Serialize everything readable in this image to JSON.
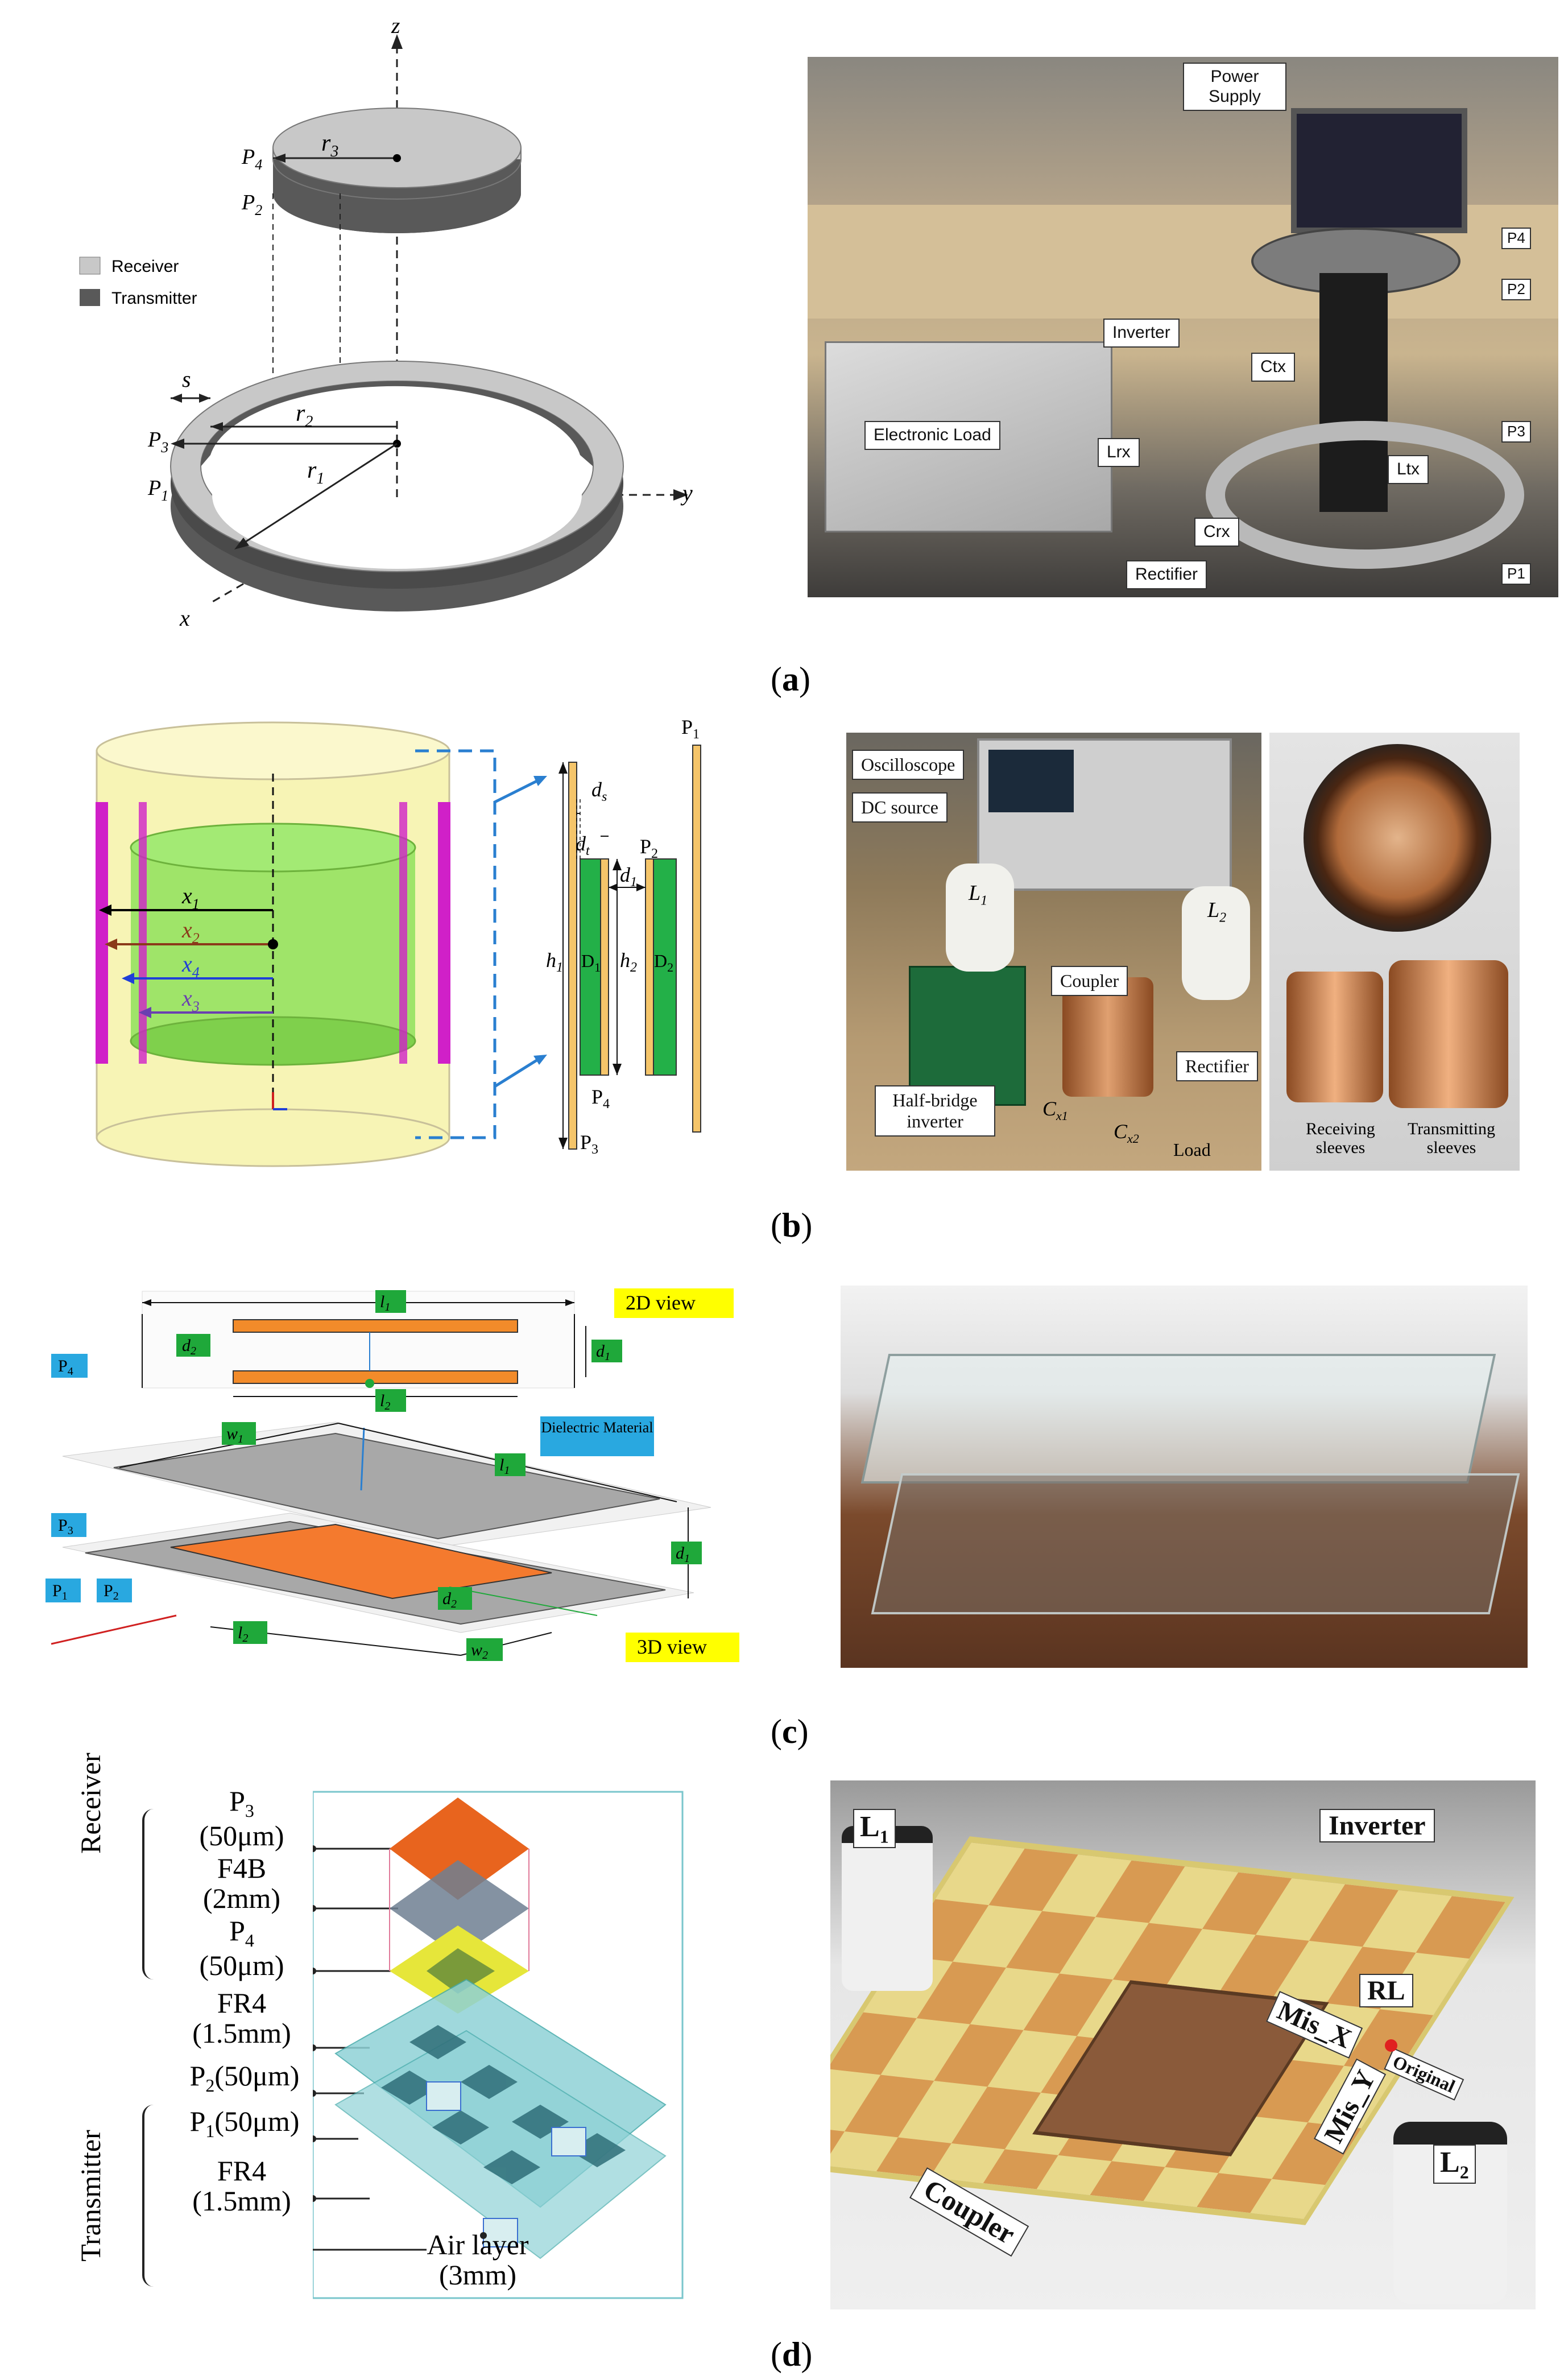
{
  "figure_labels": [
    "a",
    "b",
    "c",
    "d"
  ],
  "panel_a": {
    "diagram": {
      "legend": [
        {
          "label": "Receiver",
          "color": "#c8c8c8"
        },
        {
          "label": "Transmitter",
          "color": "#595959"
        }
      ],
      "axes": {
        "z": "z",
        "y": "y",
        "x": "x"
      },
      "plate_labels": {
        "p4": "P",
        "p4_sub": "4",
        "p2": "P",
        "p2_sub": "2",
        "p3": "P",
        "p3_sub": "3",
        "p1": "P",
        "p1_sub": "1"
      },
      "dims": {
        "r3": "r",
        "r3_sub": "3",
        "r2": "r",
        "r2_sub": "2",
        "r1": "r",
        "r1_sub": "1",
        "s": "s"
      }
    },
    "photo": {
      "callouts": [
        "Power Supply",
        "Inverter",
        "Ctx",
        "Electronic Load",
        "Lrx",
        "Ltx",
        "Crx",
        "Rectifier"
      ],
      "plate_labels": {
        "p4": "P4",
        "p2": "P2",
        "p3": "P3",
        "p1": "P1"
      }
    }
  },
  "panel_b": {
    "diagram": {
      "distances": {
        "x1": "x",
        "x1_sub": "1",
        "x2": "x",
        "x2_sub": "2",
        "x4": "x",
        "x4_sub": "4",
        "x3": "x",
        "x3_sub": "3"
      },
      "detail": {
        "ds": "d",
        "ds_sub": "s",
        "dt": "d",
        "dt_sub": "t",
        "d1": "d",
        "d1_sub": "1",
        "h1": "h",
        "h1_sub": "1",
        "h2": "h",
        "h2_sub": "2",
        "D1": "D",
        "D1_sub": "1",
        "D2": "D",
        "D2_sub": "2",
        "P1": "P",
        "P1_sub": "1",
        "P2": "P",
        "P2_sub": "2",
        "P3": "P",
        "P3_sub": "3",
        "P4": "P",
        "P4_sub": "4"
      }
    },
    "photo": {
      "callouts": [
        "Oscilloscope",
        "DC source",
        "Coupler",
        "Rectifier"
      ],
      "labels": {
        "L1": "L",
        "L1_sub": "1",
        "L2": "L",
        "L2_sub": "2",
        "Cx1": "C",
        "Cx1_sub": "x1",
        "Cx2": "C",
        "Cx2_sub": "x2",
        "inverter": "Half-bridge inverter",
        "load": "Load",
        "receiving": "Receiving sleeves",
        "transmitting": "Transmitting sleeves"
      }
    }
  },
  "panel_c": {
    "diagram": {
      "view_2d": "2D view",
      "view_3d": "3D view",
      "dielectric": "Dielectric Material",
      "tags": {
        "l1": "l",
        "l1_sub": "1",
        "l2": "l",
        "l2_sub": "2",
        "d2": "d",
        "d2_sub": "2",
        "d1": "d",
        "d1_sub": "1",
        "w1": "w",
        "w1_sub": "1",
        "w2": "w",
        "w2_sub": "2",
        "P1": "P",
        "P1_sub": "1",
        "P2": "P",
        "P2_sub": "2",
        "P3": "P",
        "P3_sub": "3",
        "P4": "P",
        "P4_sub": "4"
      }
    }
  },
  "panel_d": {
    "diagram": {
      "group_receiver": "Receiver",
      "group_transmitter": "Transmitter",
      "layers": [
        {
          "name": "P",
          "sub": "3",
          "thickness": "(50μm)"
        },
        {
          "name": "F4B",
          "sub": "",
          "thickness": "(2mm)"
        },
        {
          "name": "P",
          "sub": "4",
          "thickness": "(50μm)"
        },
        {
          "name": "FR4",
          "sub": "",
          "thickness": "(1.5mm)"
        },
        {
          "name": "P",
          "sub": "2",
          "thickness": "(50μm)"
        },
        {
          "name": "P",
          "sub": "1",
          "thickness": "(50μm)"
        },
        {
          "name": "FR4",
          "sub": "",
          "thickness": "(1.5mm)"
        },
        {
          "name": "Air layer",
          "sub": "",
          "thickness": "(3mm)"
        }
      ]
    },
    "photo": {
      "labels": {
        "L1": "L",
        "L1_sub": "1",
        "L2": "L",
        "L2_sub": "2",
        "inverter": "Inverter",
        "rl": "RL",
        "misx": "Mis_X",
        "misy": "Mis_Y",
        "original": "Original",
        "coupler": "Coupler"
      }
    }
  }
}
